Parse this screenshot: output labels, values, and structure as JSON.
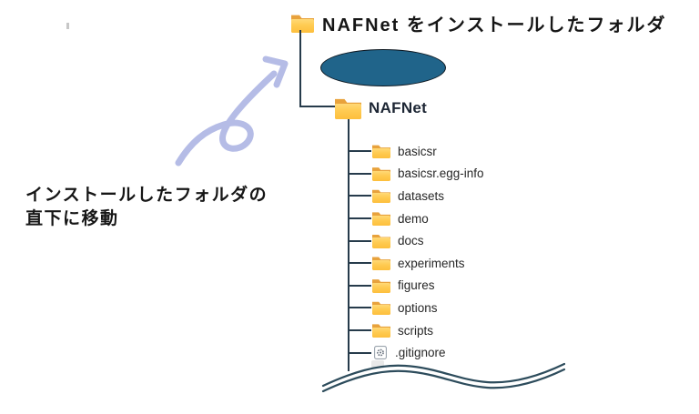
{
  "canvas": {
    "background": "#ffffff"
  },
  "title_row": {
    "label": "NAFNet をインストールしたフォルダ"
  },
  "annotation": {
    "line1": "インストールしたフォルダの",
    "line2": "直下に移動"
  },
  "tree": {
    "root": {
      "label": "NAFNet",
      "icon": "folder-icon"
    },
    "children": [
      {
        "label": "basicsr",
        "icon": "folder-icon"
      },
      {
        "label": "basicsr.egg-info",
        "icon": "folder-icon"
      },
      {
        "label": "datasets",
        "icon": "folder-icon"
      },
      {
        "label": "demo",
        "icon": "folder-icon"
      },
      {
        "label": "docs",
        "icon": "folder-icon"
      },
      {
        "label": "experiments",
        "icon": "folder-icon"
      },
      {
        "label": "figures",
        "icon": "folder-icon"
      },
      {
        "label": "options",
        "icon": "folder-icon"
      },
      {
        "label": "scripts",
        "icon": "folder-icon"
      },
      {
        "label": ".gitignore",
        "icon": "gear-file-icon"
      }
    ]
  },
  "decorations": {
    "ellipse": {
      "name": "highlight-ellipse",
      "fill": "#20648a",
      "stroke": "#0e1821"
    },
    "arrow": {
      "name": "curved-arrow",
      "color": "#b5bce6"
    },
    "wave": {
      "name": "torn-edge-wave",
      "color": "#2d4c5c"
    },
    "tree_line_color": "#263b4b",
    "folder_colors": {
      "back": "#e8a23c",
      "front_top": "#ffd977",
      "front_bottom": "#fdbf3c"
    }
  }
}
